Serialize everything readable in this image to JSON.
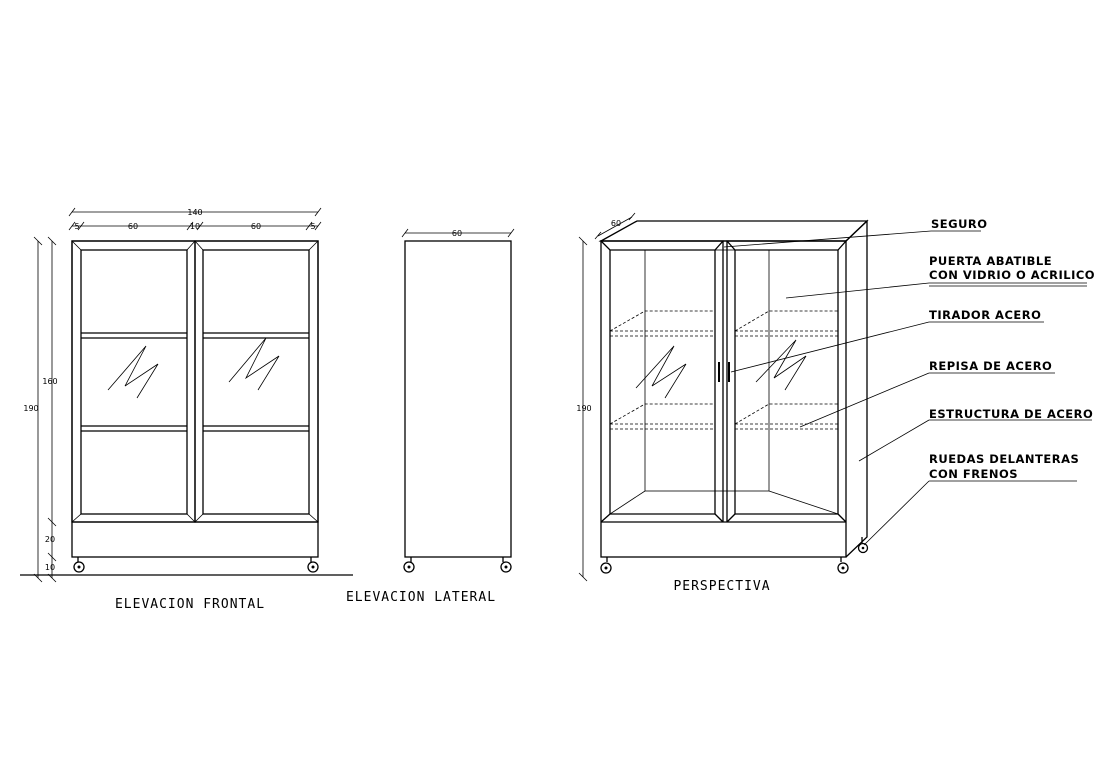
{
  "views": {
    "front_title": "ELEVACION FRONTAL",
    "side_title": "ELEVACION LATERAL",
    "persp_title": "PERSPECTIVA"
  },
  "dimensions": {
    "front_total_width": "140",
    "front_side_margin_left": "5",
    "front_door_left": "60",
    "front_center": "10",
    "front_door_right": "60",
    "front_side_margin_right": "5",
    "front_height_total": "190",
    "front_height_doors": "160",
    "front_height_base": "20",
    "front_height_wheels": "10",
    "side_depth": "60",
    "persp_depth": "60",
    "persp_height": "190"
  },
  "notes": {
    "seguro": "SEGURO",
    "puerta_line1": "PUERTA ABATIBLE",
    "puerta_line2": "CON VIDRIO O ACRILICO",
    "tirador": "TIRADOR ACERO",
    "repisa": "REPISA DE ACERO",
    "estructura": "ESTRUCTURA DE ACERO",
    "ruedas_line1": "RUEDAS DELANTERAS",
    "ruedas_line2": "CON FRENOS"
  }
}
